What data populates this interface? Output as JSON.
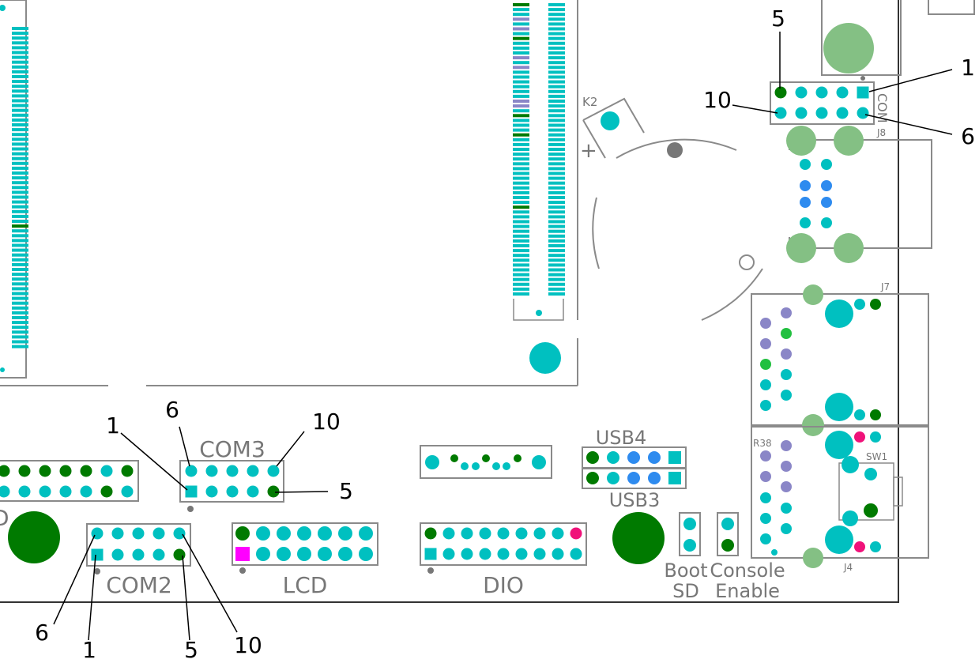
{
  "colors": {
    "background": "#ffffff",
    "outline": "#8a8a8a",
    "board_edge": "#333333",
    "pin_cyan": "#00c0c0",
    "pin_dark_green": "#007a00",
    "pin_light_green": "#84c084",
    "pin_blue": "#2e8bef",
    "pin_lavender": "#8a86c7",
    "pin_bright_green": "#22c040",
    "pin_magenta": "#ff00ff",
    "pin_pink": "#f0127a",
    "pin_gray": "#777777",
    "text": "#000000",
    "silk_text": "#777777"
  },
  "connectors": {
    "com3": "COM3",
    "com2": "COM2",
    "lcd": "LCD",
    "dio": "DIO",
    "usb4": "USB4",
    "usb3": "USB3",
    "com_vertical": "COM",
    "boot_sd": [
      "Boot",
      "SD"
    ],
    "console_enable": [
      "Console",
      "Enable"
    ],
    "partial_left": "D"
  },
  "refdes": {
    "k2": "K2",
    "j8": "J8",
    "j7": "J7",
    "j4": "J4",
    "r38": "R38",
    "sw1": "SW1",
    "plus": "+"
  },
  "callouts": {
    "com_top": {
      "pin5": "5",
      "pin1": "1",
      "pin10": "10",
      "pin6": "6"
    },
    "com3": {
      "pin6": "6",
      "pin1": "1",
      "pin10": "10",
      "pin5": "5"
    },
    "com2": {
      "pin6": "6",
      "pin1": "1",
      "pin5": "5",
      "pin10": "10"
    }
  }
}
